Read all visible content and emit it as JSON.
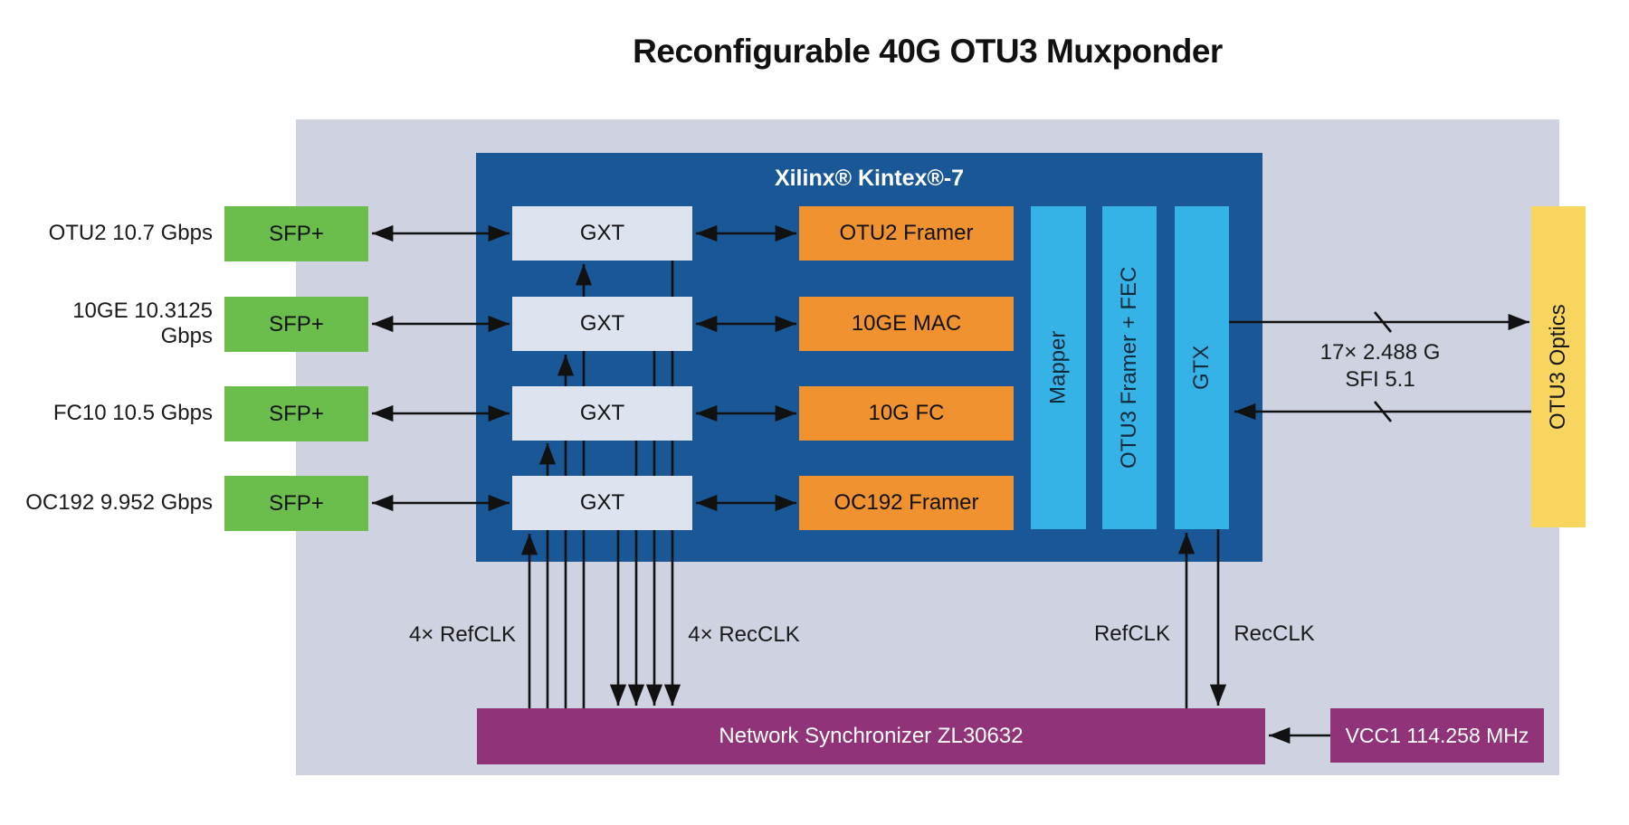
{
  "title": "Reconfigurable 40G OTU3 Muxponder",
  "colors": {
    "board_background": "#ced2e1",
    "fpga_blue": "#1a5796",
    "sfp_green": "#6cbe4c",
    "transceiver_gray": "#dde3ef",
    "framer_orange": "#f0922f",
    "pipeline_cyan": "#36b3e6",
    "optics_yellow": "#f8d55e",
    "synchronizer_purple": "#913379",
    "wire_black": "#111111"
  },
  "inputs": [
    {
      "label": "OTU2 10.7 Gbps",
      "module": "SFP+"
    },
    {
      "label": "10GE 10.3125 Gbps",
      "module": "SFP+"
    },
    {
      "label": "FC10 10.5 Gbps",
      "module": "SFP+"
    },
    {
      "label": "OC192 9.952 Gbps",
      "module": "SFP+"
    }
  ],
  "fpga": {
    "title": "Xilinx® Kintex®-7",
    "transceiver_label": "GXT",
    "framers": [
      "OTU2 Framer",
      "10GE MAC",
      "10G FC",
      "OC192 Framer"
    ],
    "pipeline": [
      "Mapper",
      "OTU3 Framer + FEC",
      "GTX"
    ]
  },
  "optics": {
    "label": "OTU3 Optics",
    "bus_rate": "17× 2.488 G",
    "bus_standard": "SFI 5.1"
  },
  "clocks": {
    "refclk4": "4× RefCLK",
    "recclk4": "4× RecCLK",
    "refclk": "RefCLK",
    "recclk": "RecCLK"
  },
  "sync": {
    "label": "Network Synchronizer ZL30632"
  },
  "vcc": {
    "label": "VCC1 114.258 MHz"
  }
}
